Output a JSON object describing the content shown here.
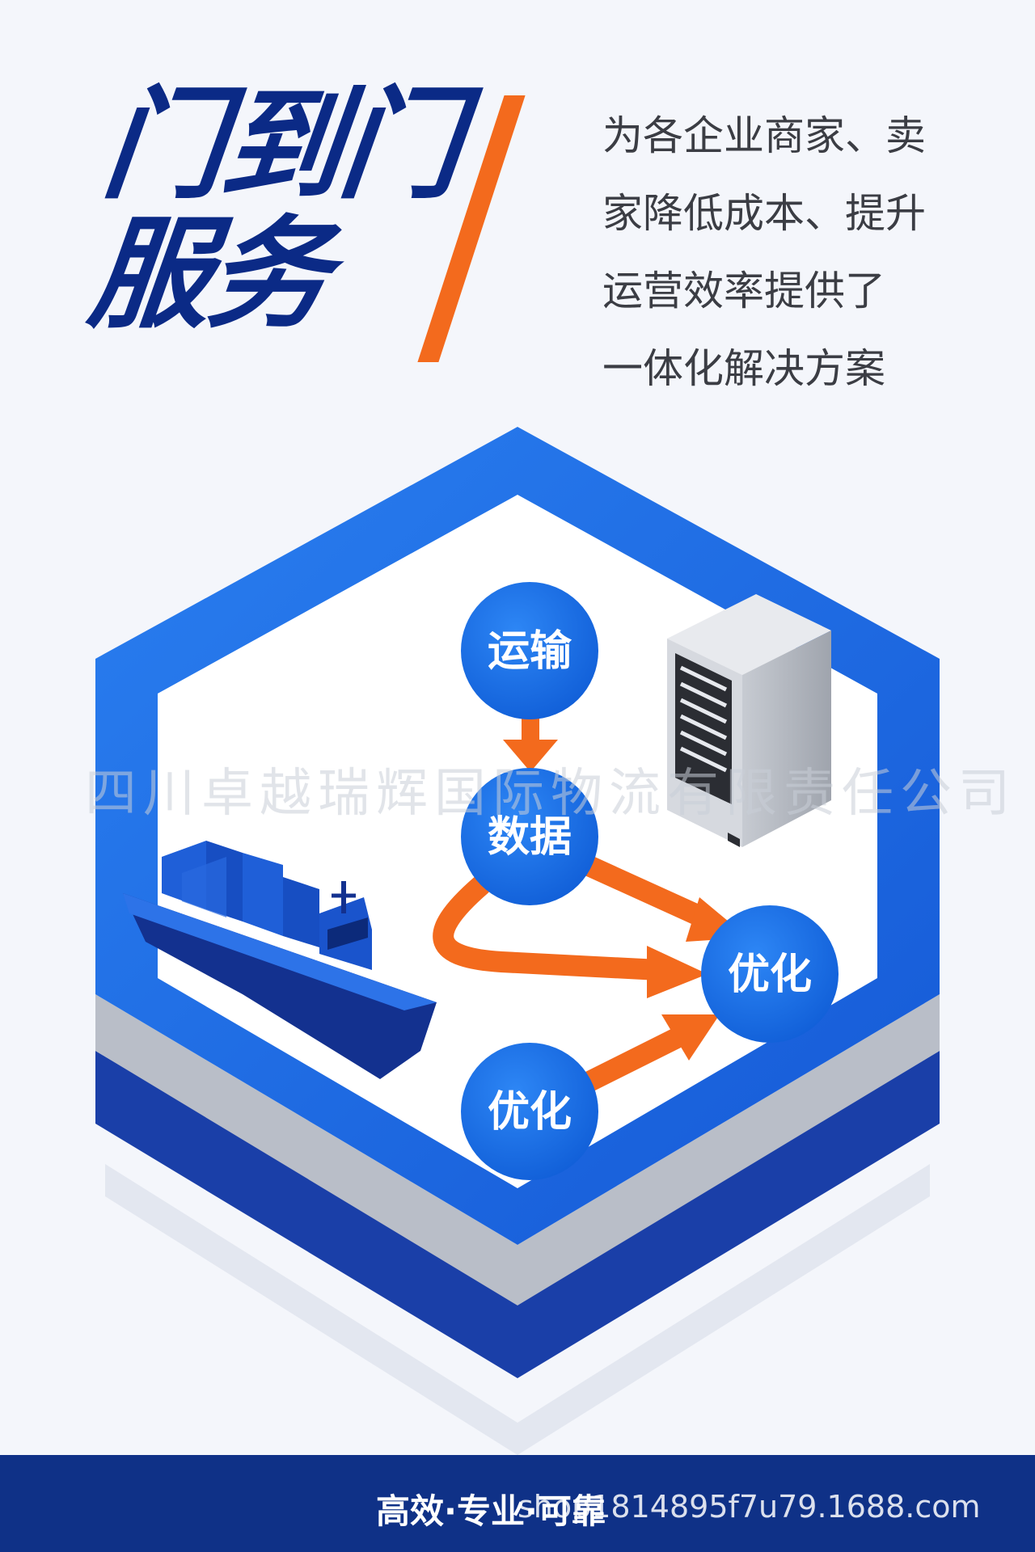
{
  "headline": {
    "line1": "门到门",
    "line2": "服务"
  },
  "description": [
    "为各企业商家、卖",
    "家降低成本、提升",
    "运营效率提供了",
    "一体化解决方案"
  ],
  "nodes": {
    "transport": "运输",
    "data": "数据",
    "optimize_right": "优化",
    "optimize_bottom": "优化"
  },
  "watermark": "四川卓越瑞辉国际物流有限责任公司",
  "footer": {
    "slogan": "高效·专业·可靠",
    "url": "shop1814895f7u79.1688.com"
  },
  "colors": {
    "brand_blue": "#1e6fe6",
    "navy": "#0b2a86",
    "accent_orange": "#f36a1d"
  },
  "icons": [
    "ship-icon",
    "server-icon",
    "arrow-icon"
  ]
}
